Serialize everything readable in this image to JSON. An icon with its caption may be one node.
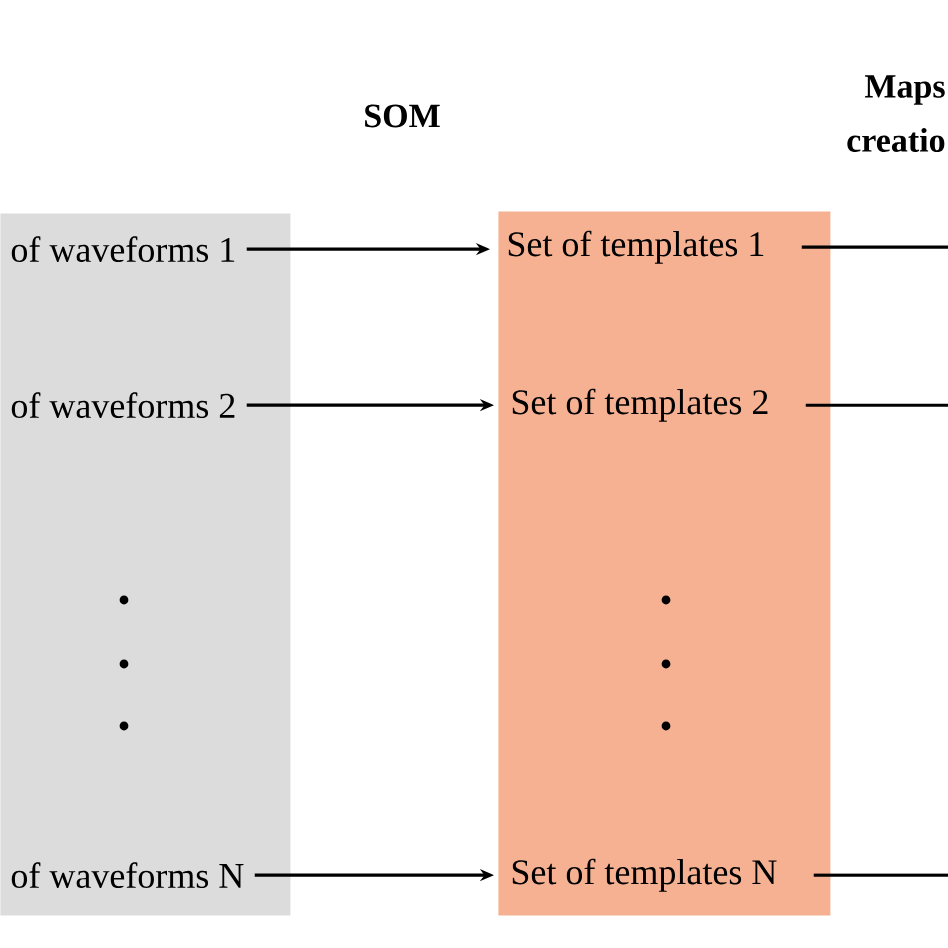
{
  "diagram": {
    "nodes": [
      {
        "text": [],
        "shape": "box"
      },
      {
        "text": [
          "of waveforms 1"
        ],
        "in": 0
      },
      {
        "text": [
          "of waveforms 2"
        ],
        "in": 0
      },
      {
        "text": [
          "of waveforms N"
        ],
        "in": 0
      },
      {
        "text": [],
        "shape": "box"
      },
      {
        "text": [
          "Set of templates 1"
        ],
        "in": 4
      },
      {
        "text": [
          "Set of templates 2"
        ],
        "in": 4
      },
      {
        "text": [
          "Set of templates N"
        ],
        "in": 4
      }
    ],
    "edges": [
      {
        "from": 1,
        "to": 5,
        "arrow": "to"
      },
      {
        "from": 2,
        "to": 6,
        "arrow": "to"
      },
      {
        "from": 3,
        "to": 7,
        "arrow": "to"
      },
      {
        "from": 5,
        "to": null,
        "arrow": "none"
      },
      {
        "from": 6,
        "to": null,
        "arrow": "none"
      },
      {
        "from": 7,
        "to": null,
        "arrow": "none"
      }
    ],
    "labels": [
      "SOM",
      "Maps",
      "creatio"
    ]
  }
}
